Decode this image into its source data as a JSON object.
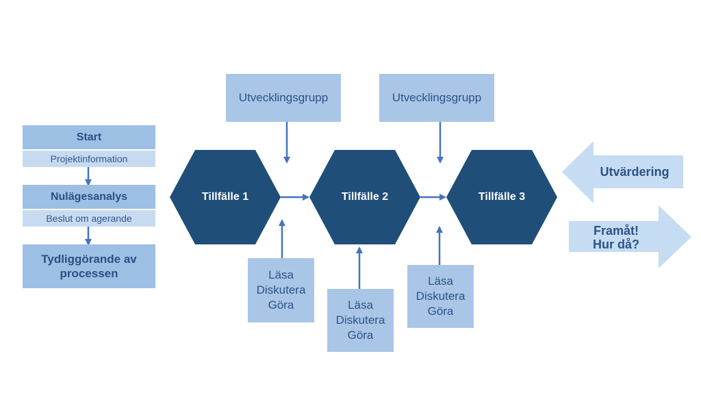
{
  "left_steps": {
    "start": "Start",
    "projektinfo": "Projektinformation",
    "nulage": "Nulägesanalys",
    "beslut": "Beslut om agerande",
    "tydlig_line1": "Tydliggörande av",
    "tydlig_line2": "processen"
  },
  "occasions": {
    "t1": "Tillfälle 1",
    "t2": "Tillfälle 2",
    "t3": "Tillfälle 3"
  },
  "top_boxes": {
    "u1": "Utvecklingsgrupp",
    "u2": "Utvecklingsgrupp"
  },
  "bottom_boxes": {
    "b1": "Läsa\nDiskutera\nGöra",
    "b2": "Läsa\nDiskutera\nGöra",
    "b3": "Läsa\nDiskutera\nGöra"
  },
  "right_arrows": {
    "utvardering": "Utvärdering",
    "framat_line1": "Framåt!",
    "framat_line2": "Hur då?"
  },
  "colors": {
    "hexagon": "#1f4e79",
    "light_box": "#a9c6e6",
    "arrow_line": "#4472c4",
    "big_arrow": "#c5dcf2"
  }
}
